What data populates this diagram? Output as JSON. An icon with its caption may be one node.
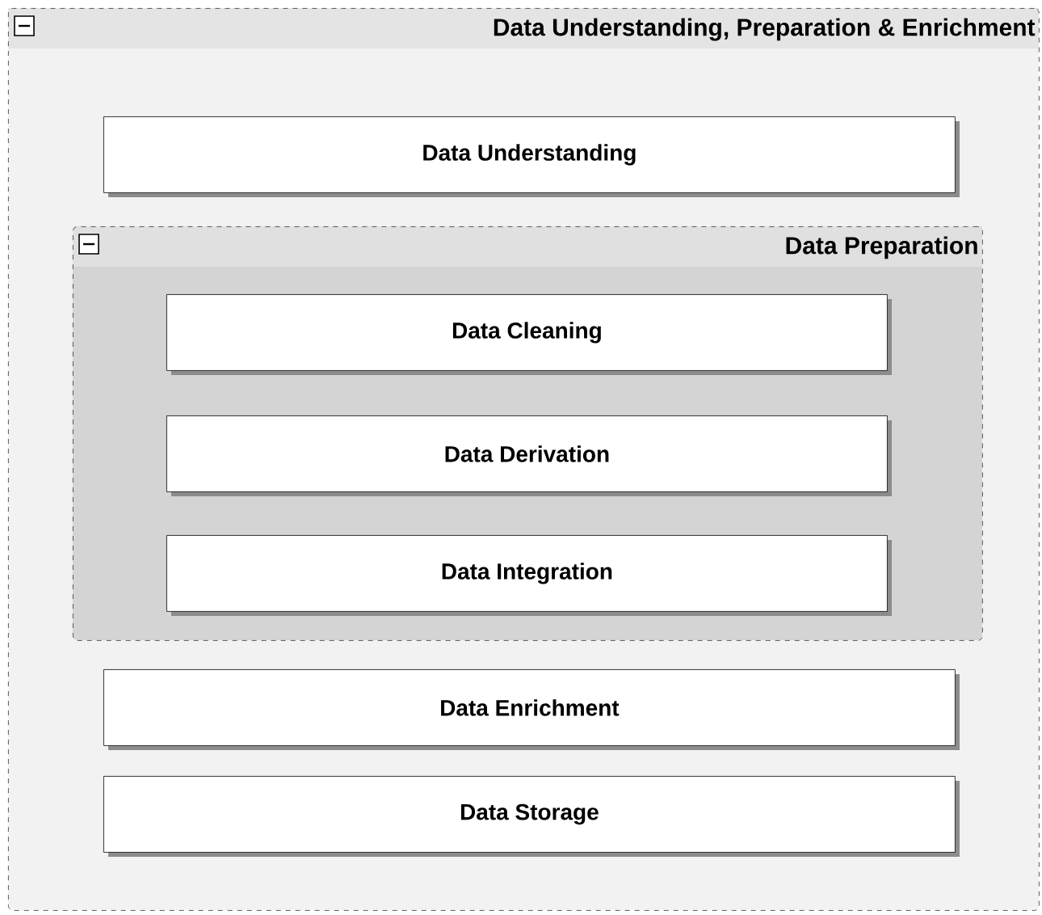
{
  "diagram": {
    "nodes": [
      {
        "text": [
          "Data Understanding, Preparation & Enrichment"
        ]
      },
      {
        "text": [
          "Data Understanding"
        ],
        "in": 0
      },
      {
        "text": [
          "Data Preparation"
        ],
        "in": 0
      },
      {
        "text": [
          "Data Cleaning"
        ],
        "in": 2
      },
      {
        "text": [
          "Data Derivation"
        ],
        "in": 2
      },
      {
        "text": [
          "Data Integration"
        ],
        "in": 2
      },
      {
        "text": [
          "Data Enrichment"
        ],
        "in": 0
      },
      {
        "text": [
          "Data Storage"
        ],
        "in": 0
      }
    ]
  }
}
